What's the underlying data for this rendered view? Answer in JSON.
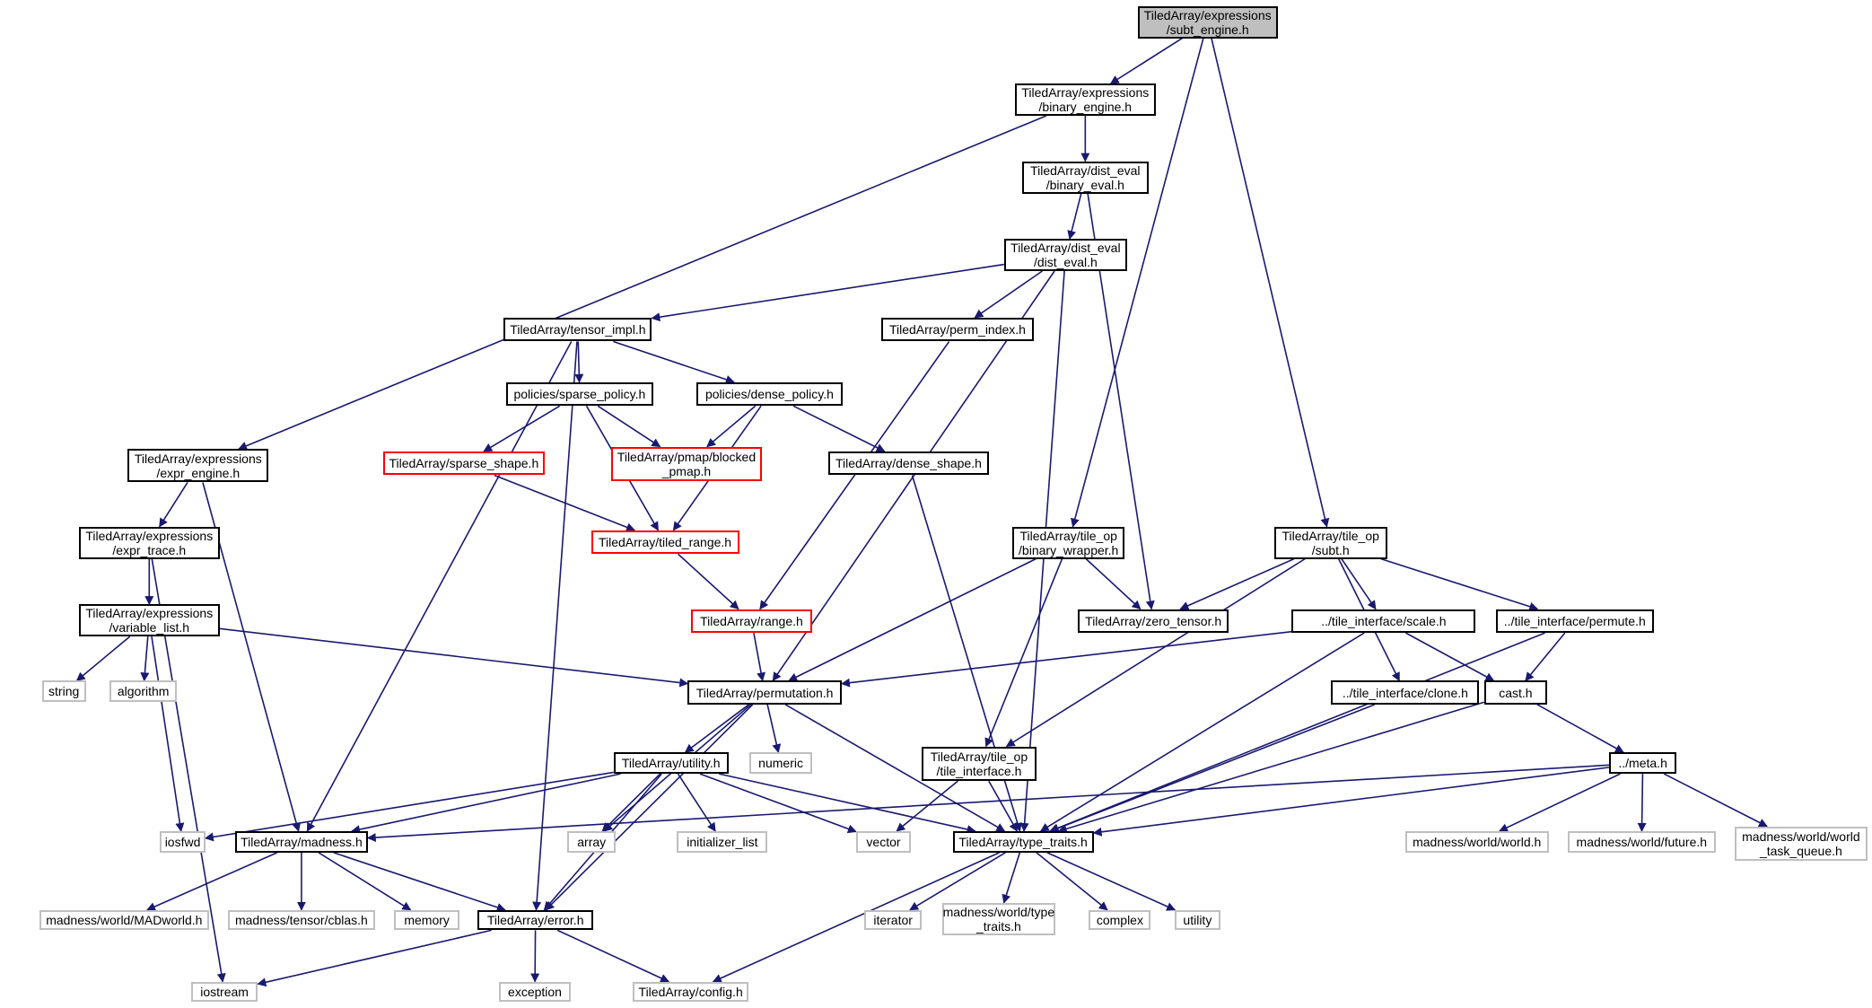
{
  "title": "TiledArray/expressions/subt_engine.h include dependency graph",
  "colors": {
    "edge": "#191970",
    "node_border": "#000000",
    "system_border": "#bfbfbf",
    "truncated_border": "#ff0000",
    "root_fill": "#bfbfbf"
  },
  "nodes": [
    {
      "id": "root",
      "label": "TiledArray/expressions\n/subt_engine.h",
      "kind": "root"
    },
    {
      "id": "binary_engine",
      "label": "TiledArray/expressions\n/binary_engine.h",
      "kind": "normal"
    },
    {
      "id": "binary_eval",
      "label": "TiledArray/dist_eval\n/binary_eval.h",
      "kind": "normal"
    },
    {
      "id": "dist_eval",
      "label": "TiledArray/dist_eval\n/dist_eval.h",
      "kind": "normal"
    },
    {
      "id": "tensor_impl",
      "label": "TiledArray/tensor_impl.h",
      "kind": "normal"
    },
    {
      "id": "perm_index",
      "label": "TiledArray/perm_index.h",
      "kind": "normal"
    },
    {
      "id": "sparse_policy",
      "label": "policies/sparse_policy.h",
      "kind": "normal"
    },
    {
      "id": "dense_policy",
      "label": "policies/dense_policy.h",
      "kind": "normal"
    },
    {
      "id": "sparse_shape",
      "label": "TiledArray/sparse_shape.h",
      "kind": "red"
    },
    {
      "id": "pmap_blocked",
      "label": "TiledArray/pmap/blocked\n_pmap.h",
      "kind": "red"
    },
    {
      "id": "dense_shape",
      "label": "TiledArray/dense_shape.h",
      "kind": "normal"
    },
    {
      "id": "expr_engine",
      "label": "TiledArray/expressions\n/expr_engine.h",
      "kind": "normal"
    },
    {
      "id": "expr_trace",
      "label": "TiledArray/expressions\n/expr_trace.h",
      "kind": "normal"
    },
    {
      "id": "tiled_range",
      "label": "TiledArray/tiled_range.h",
      "kind": "red"
    },
    {
      "id": "binary_wrapper",
      "label": "TiledArray/tile_op\n/binary_wrapper.h",
      "kind": "normal"
    },
    {
      "id": "subt_h",
      "label": "TiledArray/tile_op\n/subt.h",
      "kind": "normal"
    },
    {
      "id": "variable_list",
      "label": "TiledArray/expressions\n/variable_list.h",
      "kind": "normal"
    },
    {
      "id": "range",
      "label": "TiledArray/range.h",
      "kind": "red"
    },
    {
      "id": "zero_tensor",
      "label": "TiledArray/zero_tensor.h",
      "kind": "normal"
    },
    {
      "id": "scale_h",
      "label": "../tile_interface/scale.h",
      "kind": "normal"
    },
    {
      "id": "permute_h",
      "label": "../tile_interface/permute.h",
      "kind": "normal"
    },
    {
      "id": "string",
      "label": "string",
      "kind": "gray"
    },
    {
      "id": "algorithm",
      "label": "algorithm",
      "kind": "gray"
    },
    {
      "id": "permutation",
      "label": "TiledArray/permutation.h",
      "kind": "normal"
    },
    {
      "id": "clone_h",
      "label": "../tile_interface/clone.h",
      "kind": "normal"
    },
    {
      "id": "cast_h",
      "label": "cast.h",
      "kind": "normal"
    },
    {
      "id": "numeric",
      "label": "numeric",
      "kind": "gray"
    },
    {
      "id": "utility_h",
      "label": "TiledArray/utility.h",
      "kind": "normal"
    },
    {
      "id": "tile_interface",
      "label": "TiledArray/tile_op\n/tile_interface.h",
      "kind": "normal"
    },
    {
      "id": "meta_h",
      "label": "../meta.h",
      "kind": "normal"
    },
    {
      "id": "iosfwd",
      "label": "iosfwd",
      "kind": "gray"
    },
    {
      "id": "madness_h",
      "label": "TiledArray/madness.h",
      "kind": "normal"
    },
    {
      "id": "array",
      "label": "array",
      "kind": "gray"
    },
    {
      "id": "initializer_list",
      "label": "initializer_list",
      "kind": "gray"
    },
    {
      "id": "vector",
      "label": "vector",
      "kind": "gray"
    },
    {
      "id": "type_traits",
      "label": "TiledArray/type_traits.h",
      "kind": "normal"
    },
    {
      "id": "world_h",
      "label": "madness/world/world.h",
      "kind": "gray"
    },
    {
      "id": "future_h",
      "label": "madness/world/future.h",
      "kind": "gray"
    },
    {
      "id": "world_task_queue",
      "label": "madness/world/world\n_task_queue.h",
      "kind": "gray"
    },
    {
      "id": "madworld",
      "label": "madness/world/MADworld.h",
      "kind": "gray"
    },
    {
      "id": "cblas",
      "label": "madness/tensor/cblas.h",
      "kind": "gray"
    },
    {
      "id": "memory",
      "label": "memory",
      "kind": "gray"
    },
    {
      "id": "error_h",
      "label": "TiledArray/error.h",
      "kind": "normal"
    },
    {
      "id": "iterator",
      "label": "iterator",
      "kind": "gray"
    },
    {
      "id": "madness_type_traits",
      "label": "madness/world/type\n_traits.h",
      "kind": "gray"
    },
    {
      "id": "complex",
      "label": "complex",
      "kind": "gray"
    },
    {
      "id": "utility",
      "label": "utility",
      "kind": "gray"
    },
    {
      "id": "iostream",
      "label": "iostream",
      "kind": "gray"
    },
    {
      "id": "exception",
      "label": "exception",
      "kind": "gray"
    },
    {
      "id": "config_h",
      "label": "TiledArray/config.h",
      "kind": "gray"
    }
  ],
  "edges": [
    [
      "root",
      "binary_engine"
    ],
    [
      "root",
      "binary_wrapper"
    ],
    [
      "root",
      "subt_h"
    ],
    [
      "binary_engine",
      "binary_eval"
    ],
    [
      "binary_engine",
      "expr_engine"
    ],
    [
      "binary_eval",
      "dist_eval"
    ],
    [
      "binary_eval",
      "zero_tensor"
    ],
    [
      "dist_eval",
      "tensor_impl"
    ],
    [
      "dist_eval",
      "perm_index"
    ],
    [
      "dist_eval",
      "permutation"
    ],
    [
      "dist_eval",
      "type_traits"
    ],
    [
      "tensor_impl",
      "sparse_policy"
    ],
    [
      "tensor_impl",
      "dense_policy"
    ],
    [
      "tensor_impl",
      "madness_h"
    ],
    [
      "tensor_impl",
      "error_h"
    ],
    [
      "perm_index",
      "range"
    ],
    [
      "sparse_policy",
      "sparse_shape"
    ],
    [
      "sparse_policy",
      "pmap_blocked"
    ],
    [
      "sparse_policy",
      "tiled_range"
    ],
    [
      "dense_policy",
      "pmap_blocked"
    ],
    [
      "dense_policy",
      "dense_shape"
    ],
    [
      "dense_policy",
      "tiled_range"
    ],
    [
      "sparse_shape",
      "tiled_range"
    ],
    [
      "dense_shape",
      "type_traits"
    ],
    [
      "expr_engine",
      "expr_trace"
    ],
    [
      "expr_engine",
      "madness_h"
    ],
    [
      "expr_trace",
      "variable_list"
    ],
    [
      "expr_trace",
      "iostream"
    ],
    [
      "tiled_range",
      "range"
    ],
    [
      "binary_wrapper",
      "zero_tensor"
    ],
    [
      "binary_wrapper",
      "permutation"
    ],
    [
      "binary_wrapper",
      "tile_interface"
    ],
    [
      "subt_h",
      "zero_tensor"
    ],
    [
      "subt_h",
      "scale_h"
    ],
    [
      "subt_h",
      "permute_h"
    ],
    [
      "subt_h",
      "clone_h"
    ],
    [
      "subt_h",
      "tile_interface"
    ],
    [
      "variable_list",
      "string"
    ],
    [
      "variable_list",
      "algorithm"
    ],
    [
      "variable_list",
      "iosfwd"
    ],
    [
      "variable_list",
      "permutation"
    ],
    [
      "range",
      "permutation"
    ],
    [
      "scale_h",
      "permutation"
    ],
    [
      "scale_h",
      "cast_h"
    ],
    [
      "scale_h",
      "type_traits"
    ],
    [
      "permute_h",
      "cast_h"
    ],
    [
      "permute_h",
      "type_traits"
    ],
    [
      "permutation",
      "utility_h"
    ],
    [
      "permutation",
      "numeric"
    ],
    [
      "permutation",
      "array"
    ],
    [
      "permutation",
      "error_h"
    ],
    [
      "permutation",
      "type_traits"
    ],
    [
      "clone_h",
      "type_traits"
    ],
    [
      "cast_h",
      "meta_h"
    ],
    [
      "cast_h",
      "type_traits"
    ],
    [
      "utility_h",
      "iosfwd"
    ],
    [
      "utility_h",
      "madness_h"
    ],
    [
      "utility_h",
      "array"
    ],
    [
      "utility_h",
      "initializer_list"
    ],
    [
      "utility_h",
      "vector"
    ],
    [
      "utility_h",
      "type_traits"
    ],
    [
      "utility_h",
      "error_h"
    ],
    [
      "tile_interface",
      "vector"
    ],
    [
      "tile_interface",
      "type_traits"
    ],
    [
      "meta_h",
      "madness_h"
    ],
    [
      "meta_h",
      "world_h"
    ],
    [
      "meta_h",
      "future_h"
    ],
    [
      "meta_h",
      "world_task_queue"
    ],
    [
      "meta_h",
      "type_traits"
    ],
    [
      "madness_h",
      "madworld"
    ],
    [
      "madness_h",
      "cblas"
    ],
    [
      "madness_h",
      "memory"
    ],
    [
      "madness_h",
      "error_h"
    ],
    [
      "type_traits",
      "iterator"
    ],
    [
      "type_traits",
      "madness_type_traits"
    ],
    [
      "type_traits",
      "complex"
    ],
    [
      "type_traits",
      "utility"
    ],
    [
      "type_traits",
      "config_h"
    ],
    [
      "error_h",
      "iostream"
    ],
    [
      "error_h",
      "exception"
    ],
    [
      "error_h",
      "config_h"
    ]
  ]
}
